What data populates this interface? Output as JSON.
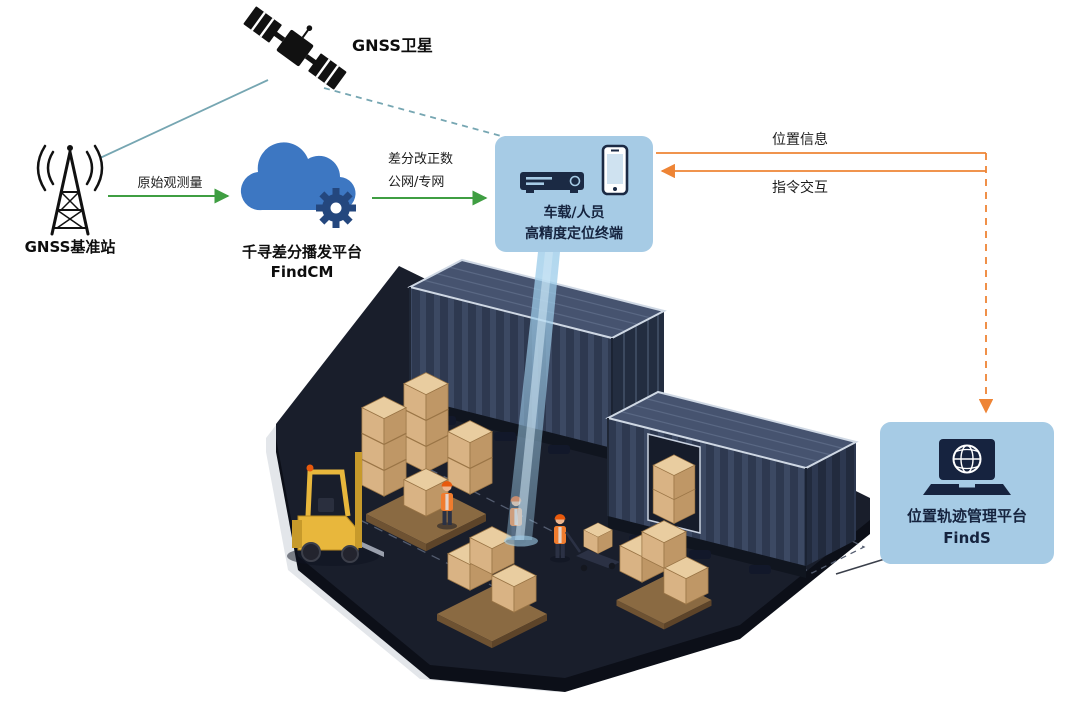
{
  "colors": {
    "arrow_green": "#3f9e42",
    "arrow_orange": "#ee8435",
    "link_teal": "#76a6b2",
    "panel_blue": "#a6cbe5",
    "panel_text_navy": "#15233e",
    "cloud_blue": "#3d77c2",
    "gear_navy": "#24477e",
    "platform_dark": "#191e2b",
    "container_navy": "#2e3950",
    "box_tan": "#d9b384",
    "forklift_yellow": "#e8b73c",
    "beam_blue": "#9ecdea"
  },
  "nodes": {
    "satellite": {
      "label": "GNSS卫星"
    },
    "base_station": {
      "label": "GNSS基准站"
    },
    "cloud_platform": {
      "line1": "千寻差分播发平台",
      "line2": "FindCM"
    },
    "terminal": {
      "line1": "车载/人员",
      "line2": "高精度定位终端"
    },
    "management_platform": {
      "line1": "位置轨迹管理平台",
      "line2": "FindS"
    }
  },
  "edges": {
    "raw_observation": {
      "label": "原始观测量"
    },
    "correction": {
      "line1": "差分改正数",
      "line2": "公网/专网"
    },
    "position_info": {
      "label": "位置信息"
    },
    "command_interaction": {
      "label": "指令交互"
    }
  },
  "icons": {
    "satellite": "gnss-satellite-icon",
    "base_station": "radio-tower-icon",
    "cloud": "cloud-gear-icon",
    "receiver": "vehicle-receiver-icon",
    "phone": "smartphone-icon",
    "laptop": "laptop-globe-icon"
  }
}
